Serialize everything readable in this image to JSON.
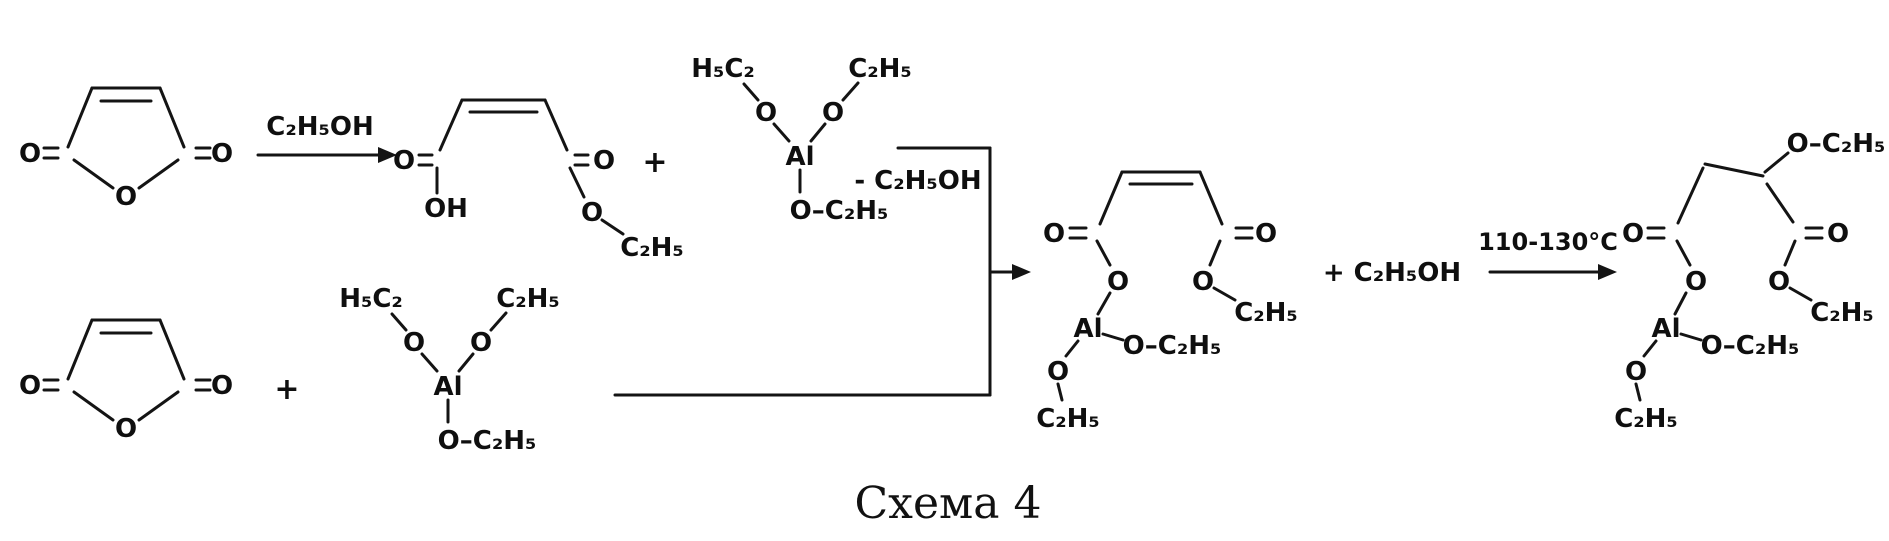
{
  "caption": "Схема 4",
  "colors": {
    "ink": "#141414",
    "background": "#ffffff"
  },
  "labels": {
    "plus": "+",
    "ethanol": "C₂H₅OH",
    "minus_ethanol": "- C₂H₅OH",
    "plus_ethanol": "+ C₂H₅OH",
    "temperature": "110-130°C"
  },
  "atoms": {
    "O": "O",
    "OH": "OH",
    "Al": "Al",
    "C2H5": "C₂H₅",
    "H5C2": "H₅C₂",
    "O_C2H5": "O–C₂H₅"
  }
}
